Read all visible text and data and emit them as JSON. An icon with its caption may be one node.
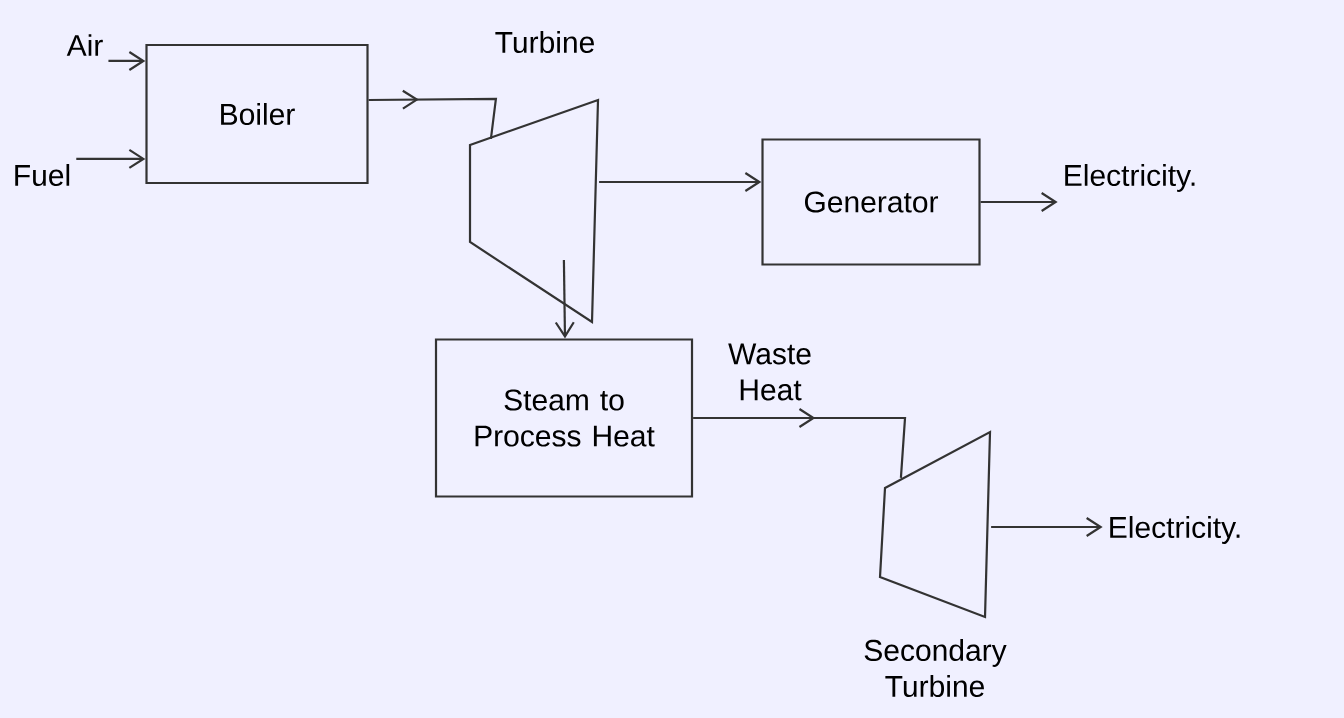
{
  "diagram": {
    "nodes": [
      {
        "text": [
          "Air"
        ]
      },
      {
        "text": [
          "Fuel"
        ]
      },
      {
        "text": [
          "Boiler"
        ]
      },
      {
        "text": [
          "Turbine"
        ]
      },
      {
        "text": [
          "Generator"
        ]
      },
      {
        "text": [
          "Electricity."
        ]
      },
      {
        "text": [
          "Steam to Process Heat"
        ]
      },
      {
        "text": [
          "Secondary Turbine"
        ]
      },
      {
        "text": [
          "Electricity."
        ]
      }
    ],
    "edges": [
      {
        "from": 0,
        "to": 2,
        "arrow": "to"
      },
      {
        "from": 1,
        "to": 2,
        "arrow": "to"
      },
      {
        "from": 2,
        "to": 3,
        "arrow": "to"
      },
      {
        "from": 3,
        "to": 4,
        "arrow": "to"
      },
      {
        "from": 4,
        "to": 5,
        "arrow": "to"
      },
      {
        "from": 3,
        "to": 6,
        "arrow": "to"
      },
      {
        "from": 6,
        "to": 7,
        "arrow": "to",
        "label": "Waste Heat"
      },
      {
        "from": 7,
        "to": 8,
        "arrow": "to"
      }
    ]
  }
}
